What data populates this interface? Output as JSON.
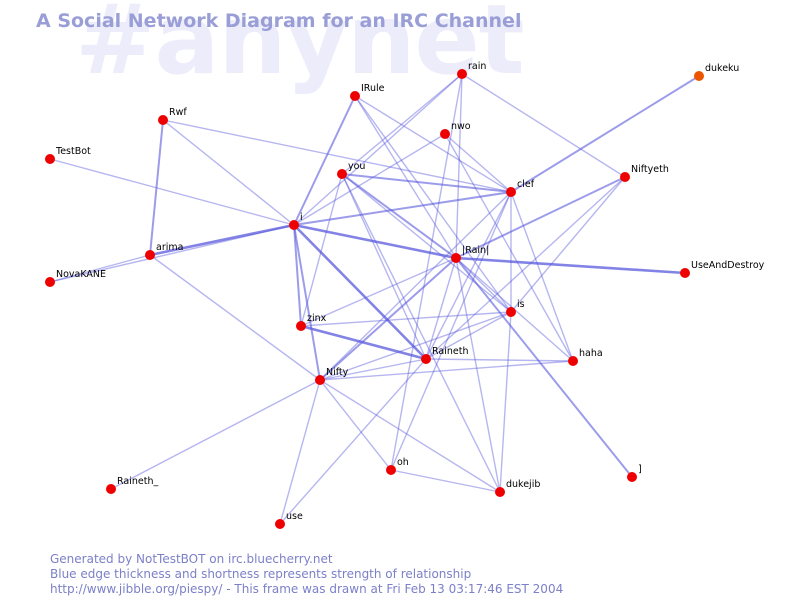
{
  "watermark": "#anynet",
  "title": "A Social Network Diagram for an IRC Channel",
  "footer": {
    "line1": "Generated by NotTestBOT on irc.bluecherry.net",
    "line2": "Blue edge thickness and shortness represents strength of relationship",
    "line3": "http://www.jibble.org/piespy/ - This frame was drawn at Fri Feb 13 03:17:46 EST 2004"
  },
  "colors": {
    "node": "#ee0000",
    "node_recent": "#ee5500",
    "edge": "#5555dd",
    "title": "#9a9ed6",
    "watermark": "#ececfb"
  },
  "nodes": [
    {
      "id": "rain",
      "label": "rain"
    },
    {
      "id": "dukeku",
      "label": "dukeku",
      "recent": true
    },
    {
      "id": "IRule",
      "label": "IRule"
    },
    {
      "id": "nwo",
      "label": "nwo"
    },
    {
      "id": "Rwf",
      "label": "Rwf"
    },
    {
      "id": "TestBot",
      "label": "TestBot"
    },
    {
      "id": "you",
      "label": "you"
    },
    {
      "id": "clef",
      "label": "clef"
    },
    {
      "id": "Niftyeth",
      "label": "Niftyeth"
    },
    {
      "id": "i",
      "label": "i"
    },
    {
      "id": "arima",
      "label": "arima"
    },
    {
      "id": "Rain",
      "label": "|Rain|"
    },
    {
      "id": "UseAndDestroy",
      "label": "UseAndDestroy"
    },
    {
      "id": "NovaKANE",
      "label": "NovaKANE"
    },
    {
      "id": "is",
      "label": "is"
    },
    {
      "id": "zinx",
      "label": "zinx"
    },
    {
      "id": "Raineth",
      "label": "Raineth"
    },
    {
      "id": "haha",
      "label": "haha"
    },
    {
      "id": "Nifty",
      "label": "Nifty"
    },
    {
      "id": "oh",
      "label": "oh"
    },
    {
      "id": "bracket",
      "label": "]"
    },
    {
      "id": "dukejib",
      "label": "dukejib"
    },
    {
      "id": "Raineth_",
      "label": "Raineth_"
    },
    {
      "id": "use",
      "label": "use"
    }
  ],
  "edges": [
    {
      "from": "i",
      "to": "Rain",
      "weight": 3
    },
    {
      "from": "i",
      "to": "arima",
      "weight": 3
    },
    {
      "from": "i",
      "to": "clef",
      "weight": 2
    },
    {
      "from": "i",
      "to": "IRule",
      "weight": 2
    },
    {
      "from": "i",
      "to": "Raineth",
      "weight": 3
    },
    {
      "from": "i",
      "to": "zinx",
      "weight": 2
    },
    {
      "from": "i",
      "to": "Nifty",
      "weight": 2
    },
    {
      "from": "i",
      "to": "Rwf",
      "weight": 1
    },
    {
      "from": "i",
      "to": "TestBot",
      "weight": 1
    },
    {
      "from": "i",
      "to": "nwo",
      "weight": 1
    },
    {
      "from": "i",
      "to": "rain",
      "weight": 1
    },
    {
      "from": "i",
      "to": "NovaKANE",
      "weight": 1
    },
    {
      "from": "arima",
      "to": "Rwf",
      "weight": 2
    },
    {
      "from": "arima",
      "to": "NovaKANE",
      "weight": 1
    },
    {
      "from": "arima",
      "to": "Nifty",
      "weight": 1
    },
    {
      "from": "Rain",
      "to": "UseAndDestroy",
      "weight": 3
    },
    {
      "from": "Rain",
      "to": "Niftyeth",
      "weight": 2
    },
    {
      "from": "Rain",
      "to": "you",
      "weight": 2
    },
    {
      "from": "Rain",
      "to": "IRule",
      "weight": 1
    },
    {
      "from": "Rain",
      "to": "Nifty",
      "weight": 2
    },
    {
      "from": "Rain",
      "to": "zinx",
      "weight": 1
    },
    {
      "from": "Rain",
      "to": "bracket",
      "weight": 2
    },
    {
      "from": "Rain",
      "to": "Raineth",
      "weight": 1
    },
    {
      "from": "Rain",
      "to": "rain",
      "weight": 1
    },
    {
      "from": "Rain",
      "to": "dukejib",
      "weight": 1
    },
    {
      "from": "Rain",
      "to": "is",
      "weight": 1
    },
    {
      "from": "Rain",
      "to": "haha",
      "weight": 1
    },
    {
      "from": "clef",
      "to": "dukeku",
      "weight": 2
    },
    {
      "from": "clef",
      "to": "you",
      "weight": 2
    },
    {
      "from": "clef",
      "to": "Rwf",
      "weight": 1
    },
    {
      "from": "clef",
      "to": "IRule",
      "weight": 1
    },
    {
      "from": "clef",
      "to": "Raineth",
      "weight": 1
    },
    {
      "from": "clef",
      "to": "oh",
      "weight": 1
    },
    {
      "from": "clef",
      "to": "is",
      "weight": 1
    },
    {
      "from": "clef",
      "to": "haha",
      "weight": 1
    },
    {
      "from": "clef",
      "to": "nwo",
      "weight": 1
    },
    {
      "from": "clef",
      "to": "Nifty",
      "weight": 1
    },
    {
      "from": "zinx",
      "to": "Raineth",
      "weight": 3
    },
    {
      "from": "zinx",
      "to": "is",
      "weight": 1
    },
    {
      "from": "zinx",
      "to": "you",
      "weight": 1
    },
    {
      "from": "Nifty",
      "to": "is",
      "weight": 1
    },
    {
      "from": "Nifty",
      "to": "haha",
      "weight": 1
    },
    {
      "from": "Nifty",
      "to": "oh",
      "weight": 1
    },
    {
      "from": "Nifty",
      "to": "dukejib",
      "weight": 1
    },
    {
      "from": "Nifty",
      "to": "use",
      "weight": 1
    },
    {
      "from": "Nifty",
      "to": "Raineth_",
      "weight": 1
    },
    {
      "from": "Nifty",
      "to": "Raineth",
      "weight": 1
    },
    {
      "from": "Raineth",
      "to": "is",
      "weight": 1
    },
    {
      "from": "Raineth",
      "to": "use",
      "weight": 1
    },
    {
      "from": "Raineth",
      "to": "Niftyeth",
      "weight": 1
    },
    {
      "from": "Raineth",
      "to": "you",
      "weight": 1
    },
    {
      "from": "Raineth",
      "to": "haha",
      "weight": 1
    },
    {
      "from": "IRule",
      "to": "is",
      "weight": 1
    },
    {
      "from": "you",
      "to": "rain",
      "weight": 1
    },
    {
      "from": "you",
      "to": "is",
      "weight": 1
    },
    {
      "from": "you",
      "to": "dukejib",
      "weight": 1
    },
    {
      "from": "rain",
      "to": "Niftyeth",
      "weight": 1
    },
    {
      "from": "rain",
      "to": "oh",
      "weight": 1
    },
    {
      "from": "nwo",
      "to": "haha",
      "weight": 1
    },
    {
      "from": "Niftyeth",
      "to": "is",
      "weight": 1
    },
    {
      "from": "is",
      "to": "dukejib",
      "weight": 1
    },
    {
      "from": "oh",
      "to": "dukejib",
      "weight": 1
    }
  ]
}
